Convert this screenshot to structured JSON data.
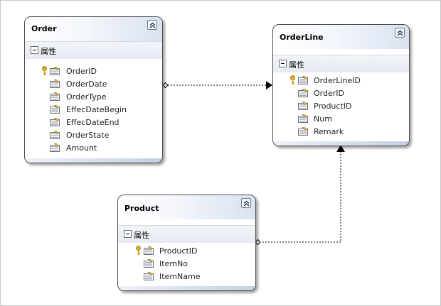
{
  "entities": {
    "order": {
      "title": "Order",
      "section": "属性",
      "props": [
        "OrderID",
        "OrderDate",
        "OrderType",
        "EffecDateBegin",
        "EffecDateEnd",
        "OrderState",
        "Amount"
      ]
    },
    "orderline": {
      "title": "OrderLine",
      "section": "属性",
      "props": [
        "OrderLineID",
        "OrderID",
        "ProductID",
        "Num",
        "Remark"
      ]
    },
    "product": {
      "title": "Product",
      "section": "属性",
      "props": [
        "ProductID",
        "ItemNo",
        "ItemName"
      ]
    }
  },
  "colors": {
    "border": "#4d4d4d",
    "header_gradient_end": "#d9e2f0",
    "connector": "#000000",
    "key_icon": "#c99a12"
  },
  "icons": {
    "collapse": "double-chevron-up-icon",
    "key": "key-icon",
    "property": "property-icon",
    "section": "minus-box-icon"
  }
}
